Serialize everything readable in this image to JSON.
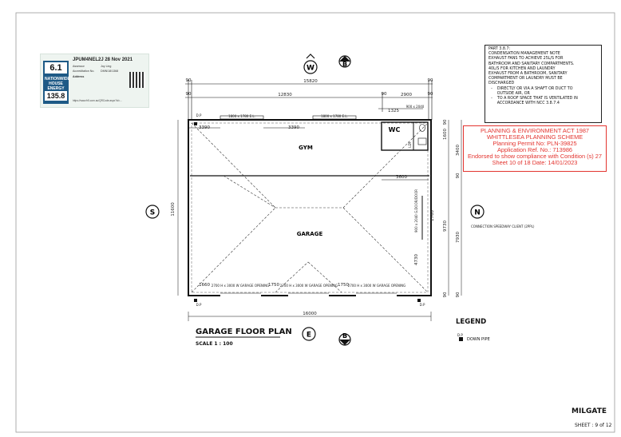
{
  "energy_badge": {
    "header": "JPUM4NEL2J 28 Nov 2021",
    "stars": "6.1",
    "brand": "NATIONWIDE HOUSE ENERGY RATING SCHEME",
    "energy_value": "135.8",
    "assessor_label": "Assessor",
    "assessor_name": "Joy Ling",
    "accreditation_label": "Accreditation No.",
    "accreditation_no": "DMN/18/1368",
    "address_label": "Address",
    "url": "https://www.fr5.com.au/QRCode.aspx?id=..."
  },
  "notes": {
    "lines": [
      "PART 3.8.7:",
      "CONDENSATION MANAGEMENT NOTE",
      "EXHAUST FANS TO ACHIEVE 25L/S FOR",
      "BATHROOM AND SANITARY COMPARTMENTS.",
      "40L/S FOR KITCHEN AND LAUNDRY",
      "EXHAUST FROM A BATHROOM, SANITARY",
      "COMPARTMENT OR LAUNDRY MUST BE",
      "DISCHARGED",
      "  -    DIRECTLY OR VIA A SHAFT OR DUCT TO",
      "       OUTSIDE AIR, OR",
      "  -    TO A ROOF SPACE THAT IS VENTILATED IN",
      "       ACCORDANCE WITH NCC 3.8.7.4"
    ]
  },
  "stamp": {
    "line1": "PLANNING & ENVIRONMENT ACT 1987",
    "line2": "WHITTLESEA PLANNING SCHEME",
    "line3": "Planning Permit No: PLN-39825",
    "line4": "Application Ref. No.: 713986",
    "line5": "Endorsed to show compliance with Condition (s) 27",
    "line6": "Sheet 10 of 18    Date: 14/01/2023"
  },
  "compass": {
    "west": "W",
    "east": "E",
    "south": "S",
    "north": "N",
    "section": "B"
  },
  "rooms": {
    "gym": "GYM",
    "garage": "GARAGE",
    "wc": "WC"
  },
  "dimensions": {
    "top_overall": "15820",
    "top_a": "12830",
    "top_b": "2900",
    "top_90_1": "90",
    "top_90_2": "90",
    "top_90_3": "90",
    "top_90_4": "90",
    "top_90_5": "90",
    "wc_1325": "1325",
    "wc_w": "900 x 2040",
    "gym_3390_a": "3390",
    "gym_3390_b": "3390",
    "win_1": "1800 x 1780 E.L.",
    "win_2": "1800 x 1780 E.L.",
    "dim_3600": "3600",
    "left_overall": "11600",
    "right_1600": "1600",
    "right_3400": "3400",
    "right_9730": "9730",
    "right_7930": "7930",
    "right_90a": "90",
    "right_90b": "90",
    "right_90c": "90",
    "right_90d": "90",
    "dim_4730": "4730",
    "dim_1760": "1760",
    "dim_1660": "1660",
    "dim_1750_a": "1750",
    "dim_1750_b": "1750",
    "garage_open_1": "2700 H x 3000 W GARAGE OPENING",
    "garage_open_2": "2700 H x 3000 W GARAGE OPENING",
    "garage_open_3": "2700 H x 3000 W GARAGE OPENING",
    "bottom_overall": "16000",
    "door_side": "900 x 2040 G.DOOR/DOOR",
    "lndry": "LDY",
    "connection": "CONNECTION SPEEDWAY CLIENT (2PPL)"
  },
  "downpipe": "D.P",
  "legend": {
    "title": "LEGEND",
    "dp_mark": "D.P",
    "dp_label": "DOWN PIPE"
  },
  "title": {
    "main": "GARAGE FLOOR PLAN",
    "scale": "SCALE  1 : 100"
  },
  "project": {
    "name": "MILGATE",
    "sheet": "SHEET : 9 of 12"
  }
}
